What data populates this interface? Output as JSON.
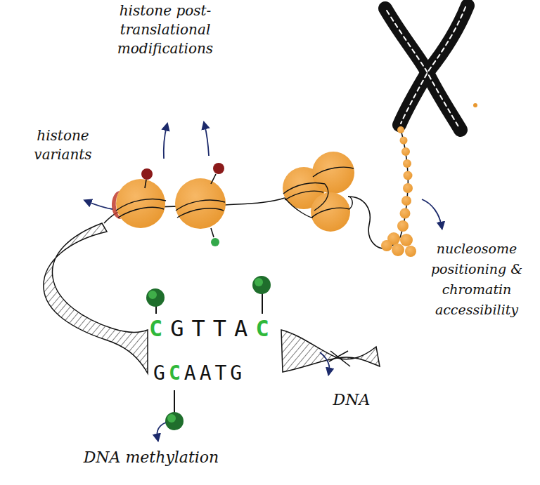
{
  "diagram": {
    "labels": [
      "histone post-translational modifications",
      "histone variants",
      "nucleosome positioning & chromatin accessibility",
      "C",
      "GTTA",
      "C",
      "G",
      "C",
      "AATG",
      "DNA",
      "DNA methylation"
    ]
  }
}
